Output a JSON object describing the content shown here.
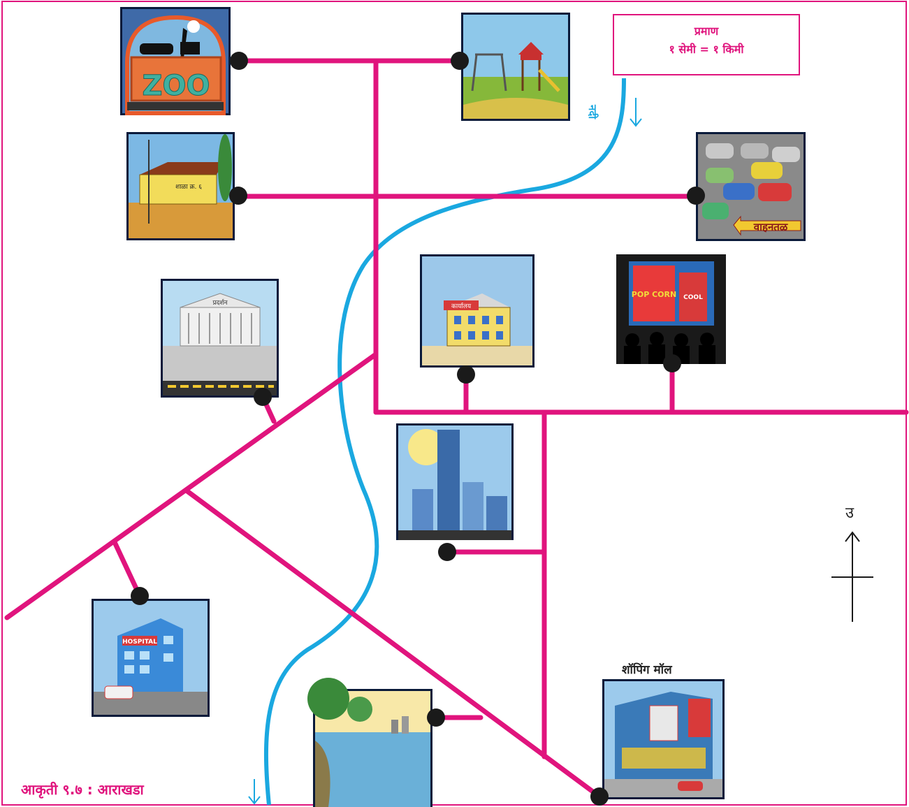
{
  "scale": {
    "title": "प्रमाण",
    "value": "१ सेमी = १ किमी"
  },
  "caption": "आकृती ९.७ : आराखडा",
  "north": "उ",
  "river_label": "नदी",
  "places": {
    "zoo": {
      "sign": "ZOO"
    },
    "school": {
      "sign": "शाळा क्र. ६"
    },
    "museum": {
      "sign": "प्रदर्शन"
    },
    "parking": {
      "sign": "वाहनतळ"
    },
    "office": {
      "sign": "कार्यालय"
    },
    "cinema": {
      "sign1": "POP CORN",
      "sign2": "COOL"
    },
    "hospital": {
      "sign": "HOSPITAL"
    },
    "mall": {
      "label": "शॉपिंग मॉल"
    }
  },
  "colors": {
    "road": "#e0147d",
    "river": "#1aa8e0",
    "frame": "#e0147d",
    "dot": "#1a1a1a"
  }
}
